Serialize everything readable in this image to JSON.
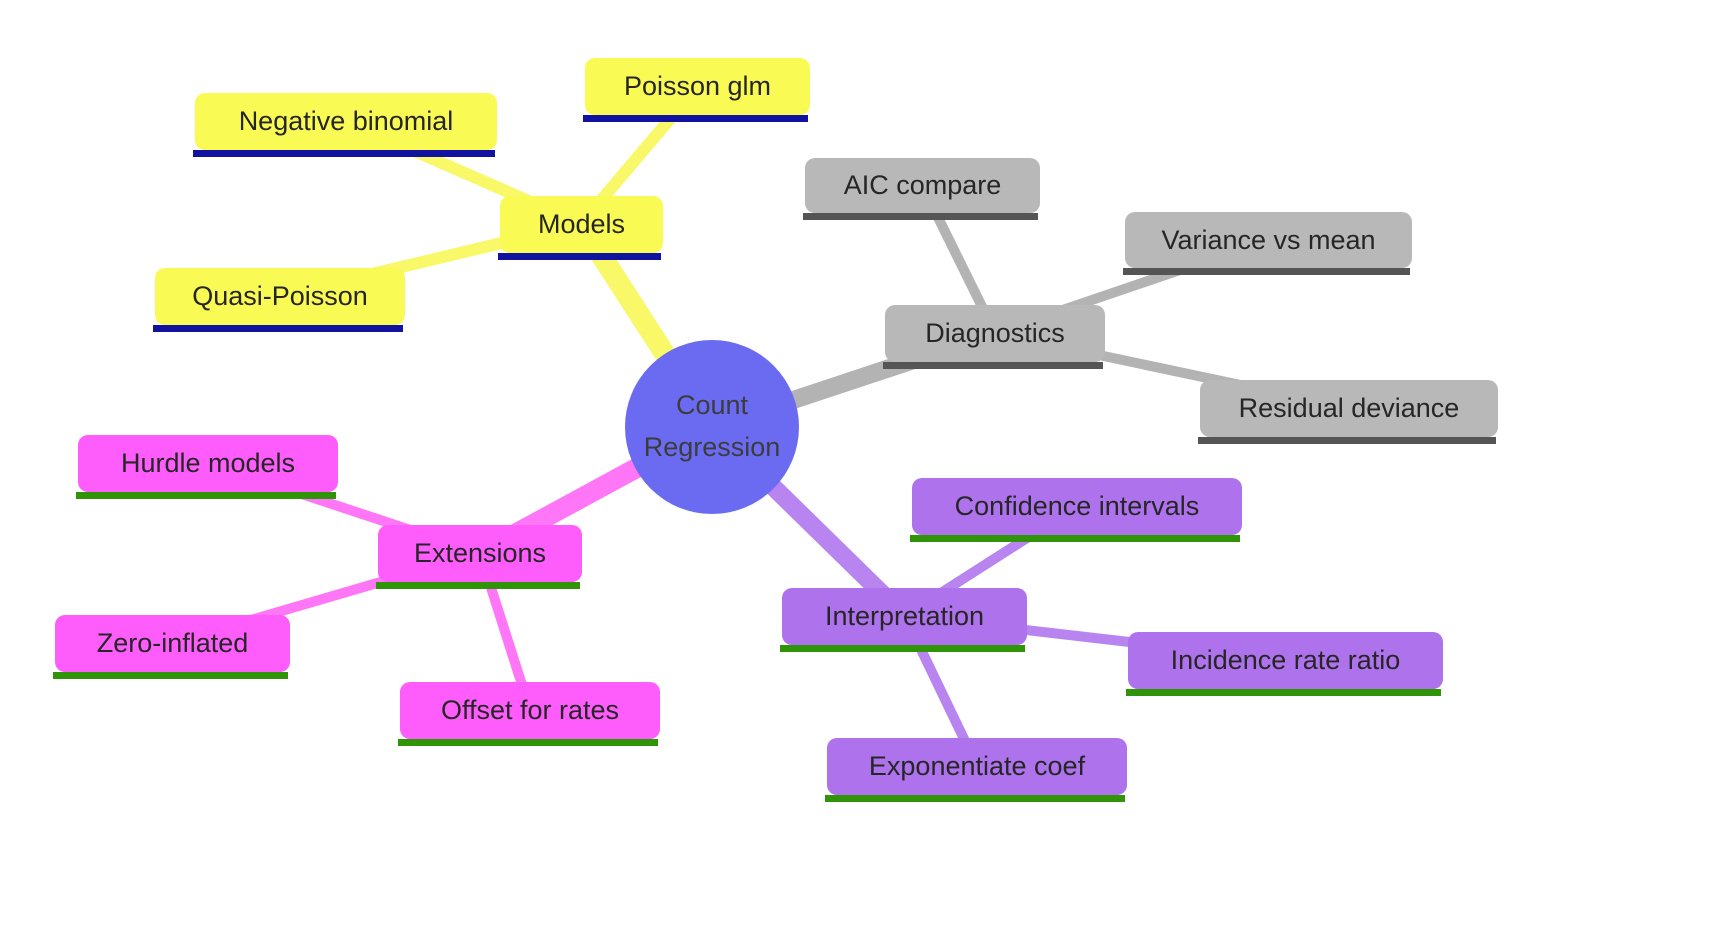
{
  "diagram": {
    "type": "mindmap",
    "background": "#FFFFFF",
    "center": {
      "label": "Count Regression",
      "lines": [
        "Count",
        "Regression"
      ],
      "fill": "#6B6BF2",
      "text_color": "#3C3C3C"
    },
    "branches": [
      {
        "label": "Models",
        "fill": "#FAFA55",
        "edge_color": "#F8F868",
        "underline_color": "#1212A0",
        "children": [
          {
            "label": "Poisson glm"
          },
          {
            "label": "Negative binomial"
          },
          {
            "label": "Quasi-Poisson"
          }
        ]
      },
      {
        "label": "Diagnostics",
        "fill": "#B8B8B8",
        "edge_color": "#B3B3B3",
        "underline_color": "#555555",
        "children": [
          {
            "label": "AIC compare"
          },
          {
            "label": "Variance vs mean"
          },
          {
            "label": "Residual deviance"
          }
        ]
      },
      {
        "label": "Extensions",
        "fill": "#FF5CFC",
        "edge_color": "#FF77F7",
        "underline_color": "#2F9407",
        "children": [
          {
            "label": "Hurdle models"
          },
          {
            "label": "Zero-inflated"
          },
          {
            "label": "Offset for rates"
          }
        ]
      },
      {
        "label": "Interpretation",
        "fill": "#AD72EC",
        "edge_color": "#B884EF",
        "underline_color": "#2F9407",
        "children": [
          {
            "label": "Confidence intervals"
          },
          {
            "label": "Incidence rate ratio"
          },
          {
            "label": "Exponentiate coef"
          }
        ]
      }
    ]
  }
}
